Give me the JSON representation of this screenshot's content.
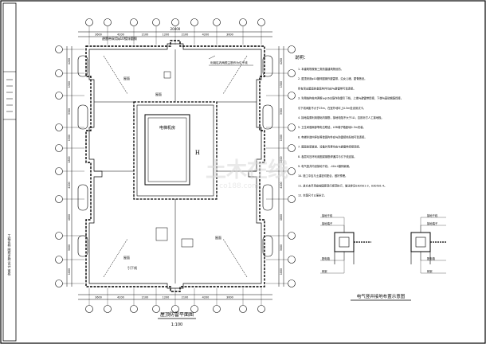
{
  "title_block": {
    "designer_label": "",
    "watermark_text": "土木在线",
    "watermark_sub": "co188.com"
  },
  "plan": {
    "title": "屋顶防雷平面图",
    "scale": "1:100",
    "dimension_labels_top": [
      "3600",
      "4200",
      "2100",
      "1200",
      "2100",
      "4200",
      "3600"
    ],
    "dimension_total_top": "20400",
    "dimension_labels_bottom": [
      "3600",
      "4200",
      "2100",
      "1200",
      "2100",
      "4200",
      "3600"
    ],
    "dimension_labels_left": [
      "4200",
      "1500",
      "3300",
      "1500",
      "1800",
      "4200",
      "4800",
      "3000",
      "1800"
    ],
    "dimension_labels_right": [
      "4200",
      "1500",
      "3300",
      "1500",
      "1800",
      "4200",
      "4800",
      "3000",
      "1800"
    ],
    "top_left_note": "避雷带采用φ10镀锌圆钢",
    "mid_label_a": "屋面",
    "mid_label_b": "屋面",
    "callout": "利用柱内两根主筋作为引下线",
    "roof_label_left": "屋面",
    "roof_label_right": "屋面",
    "core_label": "电梯机房",
    "section_mark": "H",
    "down_label": "引下线"
  },
  "notes": {
    "heading": "说明：",
    "items": [
      "1. 本建筑物按第三类防雷建筑物设防。",
      "2. 屋顶采用φ10镀锌圆钢作避雷带，沿女儿墙、屋脊敷设。",
      "   所有突出屋面的金属构件均应与避雷带可靠连接。",
      "3. 利用结构柱内两根≥φ16主筋作防雷引下线，上端与避雷带焊接，下端与基础钢筋焊接。",
      "   引下线间距不大于25m，在室外地坪上0.5m处设测试卡。",
      "4. 接地装置利用基础内钢筋，接地电阻不大于1Ω，否则补打人工接地极。",
      "5. 卫生间做局部等电位联结，LEB端子箱距地0.3m安装。",
      "6. 电梯井道内导轨等金属构件应与防雷接地系统可靠连接。",
      "7. 屋面金属管道、设备外壳等均应与避雷带焊接连接。",
      "8. 各层均压环利用圈梁钢筋焊通并与引下线连接。",
      "9. 电气竖井内设接地干线，-40×4镀锌扁钢。",
      "10. 施工中应与土建密切配合，做好预埋。",
      "11. 其它未尽事宜按国家现行规范执行，做法参见03D501-3，03D501-4。",
      "12. 本图尺寸以毫米计。"
    ]
  },
  "detail": {
    "title": "电气竖井接地布置示意图",
    "left_labels": [
      "接地干线",
      "接地端子",
      "配电箱",
      "桥架"
    ],
    "right_labels": [
      "接地干线",
      "接地端子",
      "配电箱",
      "桥架"
    ]
  }
}
